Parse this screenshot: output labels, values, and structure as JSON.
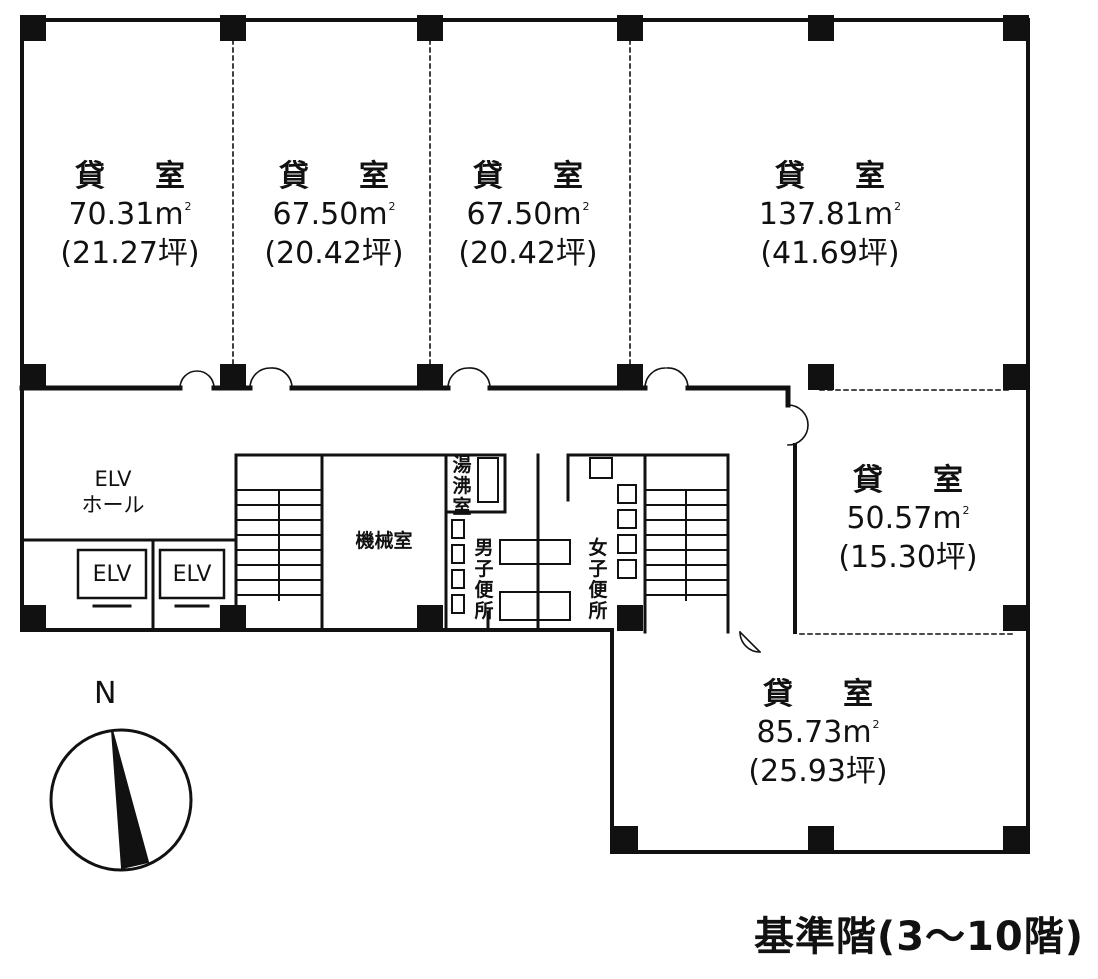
{
  "rooms": [
    {
      "name_a": "貸",
      "name_b": "室",
      "area": "70.31m",
      "tsubo": "(21.27坪)"
    },
    {
      "name_a": "貸",
      "name_b": "室",
      "area": "67.50m",
      "tsubo": "(20.42坪)"
    },
    {
      "name_a": "貸",
      "name_b": "室",
      "area": "67.50m",
      "tsubo": "(20.42坪)"
    },
    {
      "name_a": "貸",
      "name_b": "室",
      "area": "137.81m",
      "tsubo": "(41.69坪)"
    },
    {
      "name_a": "貸",
      "name_b": "室",
      "area": "50.57m",
      "tsubo": "(15.30坪)"
    },
    {
      "name_a": "貸",
      "name_b": "室",
      "area": "85.73m",
      "tsubo": "(25.93坪)"
    }
  ],
  "area_unit_sup": "2",
  "elv_hall": {
    "line1": "ELV",
    "line2": "ホール"
  },
  "elevators": [
    "ELV",
    "ELV"
  ],
  "machine_room": "機械室",
  "kitchenette": "湯沸室",
  "mens_toilet": "男子便所",
  "womens_toilet": "女子便所",
  "north_label": "N",
  "caption": "基準階(3〜10階)"
}
